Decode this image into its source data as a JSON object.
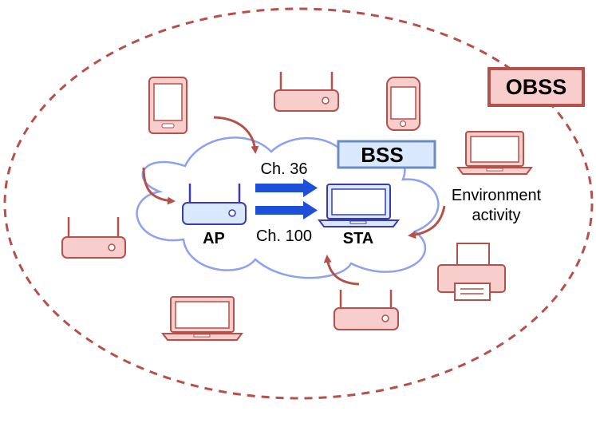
{
  "labels": {
    "obss": "OBSS",
    "bss": "BSS",
    "ap": "AP",
    "sta": "STA",
    "channel_top": "Ch. 36",
    "channel_bottom": "Ch. 100",
    "environment_line1": "Environment",
    "environment_line2": "activity"
  },
  "colors": {
    "obss_stroke": "#b5504b",
    "obss_box_fill": "#f8cecc",
    "bss_box_fill": "#dae8fc",
    "bss_box_stroke": "#6c8ebf",
    "cloud_stroke": "#8ea0f0",
    "device_fill": "#f8cecc",
    "device_stroke": "#b5504b",
    "bss_device_fill": "#dae8fc",
    "bss_device_stroke": "#3b3bb0",
    "channel_arrow": "#1d4fd8",
    "activity_arrow": "#b5504b"
  },
  "devices": {
    "obss": [
      "phone-icon",
      "router-icon",
      "smartphone-icon",
      "laptop-icon",
      "router-icon",
      "printer-icon",
      "laptop-icon",
      "router-icon"
    ],
    "bss": [
      "router-icon",
      "laptop-icon"
    ]
  }
}
